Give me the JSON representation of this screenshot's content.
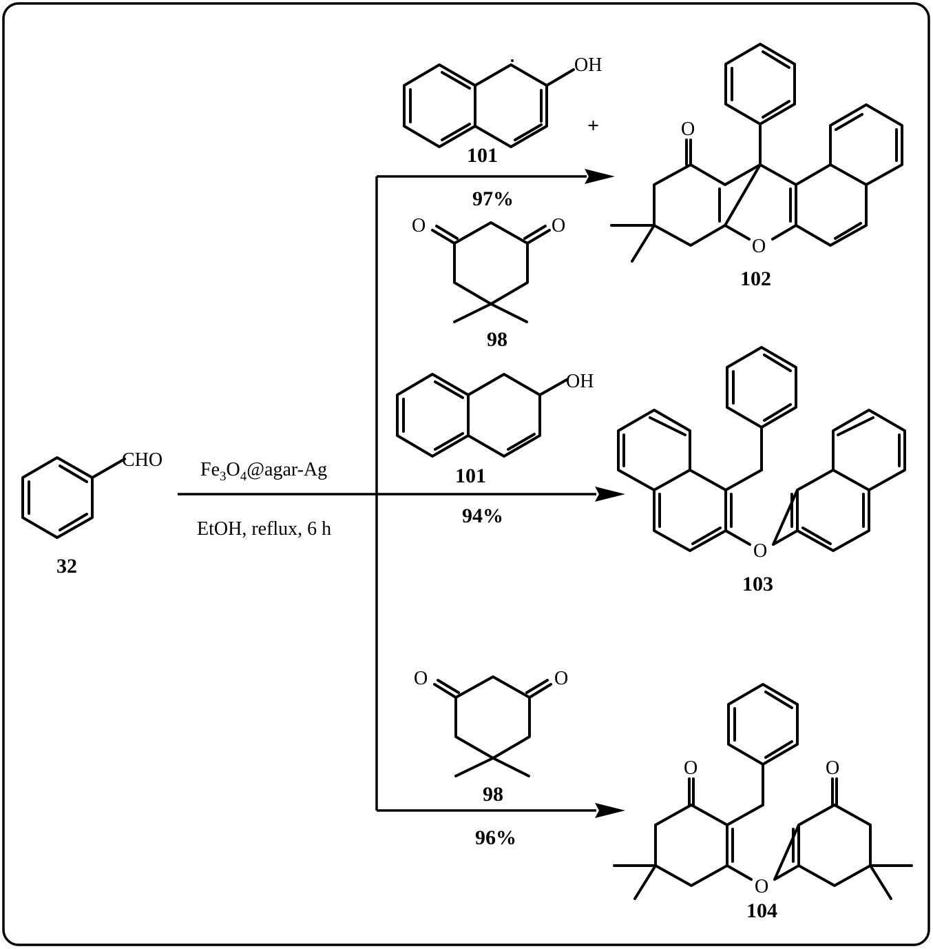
{
  "scheme": {
    "reagent": "Fe3O4@agar-Ag",
    "reagent_parts": [
      "Fe",
      "3",
      "O",
      "4",
      "@agar-Ag"
    ],
    "conditions": "EtOH, reflux, 6 h",
    "plus_sign": "+"
  },
  "compounds": {
    "benzaldehyde": {
      "label": "32",
      "group": "CHO"
    },
    "naphthol_top": {
      "label": "101",
      "group": "OH"
    },
    "dimedone_top": {
      "label": "98",
      "oxygen_left": "O",
      "oxygen_right": "O"
    },
    "product_102": {
      "label": "102",
      "carbonyl": "O",
      "ring_oxygen": "O"
    },
    "naphthol_mid": {
      "label": "101",
      "group": "OH"
    },
    "product_103": {
      "label": "103",
      "ring_oxygen": "O"
    },
    "dimedone_bottom": {
      "label": "98",
      "oxygen_left": "O",
      "oxygen_right": "O"
    },
    "product_104": {
      "label": "104",
      "carbonyl_left": "O",
      "carbonyl_right": "O",
      "ring_oxygen": "O"
    }
  },
  "yields": {
    "product_102": "97%",
    "product_103": "94%",
    "product_104": "96%"
  }
}
